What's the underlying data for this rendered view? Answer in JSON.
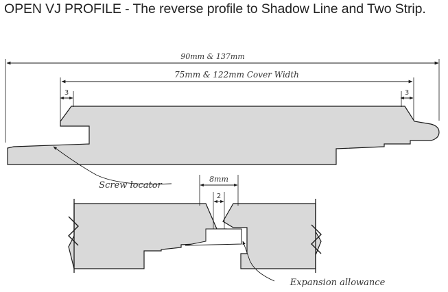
{
  "title": "OPEN VJ PROFILE - The reverse profile to Shadow Line and Two Strip.",
  "labels": {
    "overall_width": "90mm & 137mm",
    "cover_width": "75mm & 122mm Cover Width",
    "dim_left": "3",
    "dim_right": "3",
    "gap_width": "8mm",
    "gap_inner": "2",
    "screw_locator": "Screw locator",
    "expansion_allowance": "Expansion allowance"
  },
  "colors": {
    "board_fill": "#d9d9d9",
    "outline": "#1a1a1a",
    "text": "#222222"
  }
}
